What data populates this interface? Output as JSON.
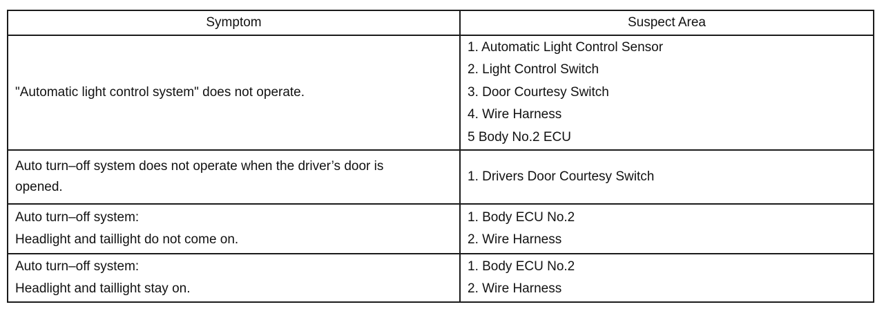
{
  "headers": {
    "symptom": "Symptom",
    "suspect_area": "Suspect Area"
  },
  "rows": [
    {
      "symptom": [
        "\"Automatic light control system\" does not operate."
      ],
      "suspect": [
        "1. Automatic Light Control Sensor",
        "2. Light Control Switch",
        "3. Door Courtesy Switch",
        "4. Wire Harness",
        "5 Body No.2 ECU"
      ]
    },
    {
      "symptom": [
        "Auto turn–off system does not operate when the driver’s door is",
        "opened."
      ],
      "suspect": [
        "1. Drivers Door Courtesy Switch"
      ]
    },
    {
      "symptom": [
        "Auto turn–off system:",
        "Headlight and taillight do not come on."
      ],
      "suspect": [
        "1. Body ECU No.2",
        "2. Wire Harness"
      ]
    },
    {
      "symptom": [
        "Auto turn–off system:",
        "Headlight and taillight stay on."
      ],
      "suspect": [
        "1. Body ECU No.2",
        "2. Wire Harness"
      ]
    }
  ]
}
